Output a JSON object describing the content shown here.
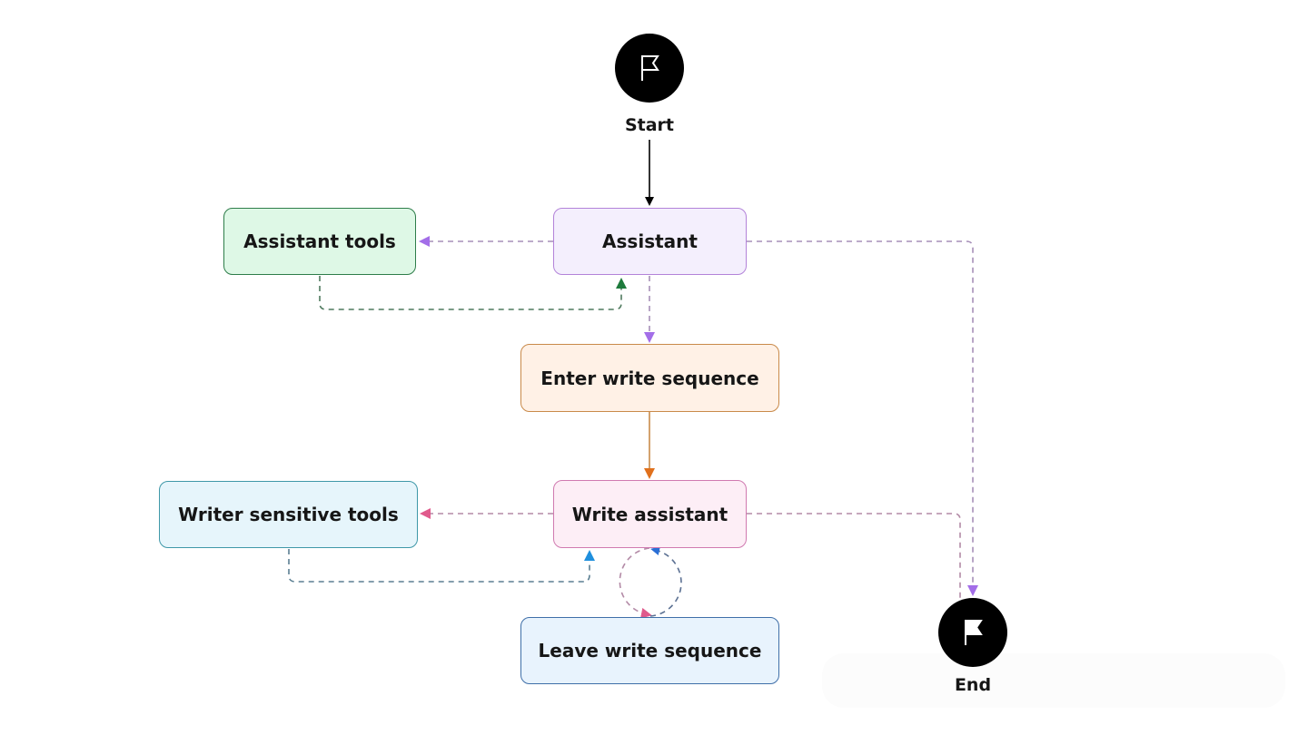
{
  "diagram": {
    "nodes": {
      "start": {
        "label": "Start",
        "icon": "flag-outline-icon"
      },
      "end": {
        "label": "End",
        "icon": "flag-filled-icon"
      },
      "assistant": {
        "label": "Assistant",
        "fill": "#f4effd",
        "stroke": "#b383d9"
      },
      "assistant_tools": {
        "label": "Assistant tools",
        "fill": "#def8e6",
        "stroke": "#2e7d4a"
      },
      "enter_write_sequence": {
        "label": "Enter write sequence",
        "fill": "#fff1e6",
        "stroke": "#c98a4a"
      },
      "write_assistant": {
        "label": "Write assistant",
        "fill": "#fdeef6",
        "stroke": "#d07ab0"
      },
      "writer_sensitive_tools": {
        "label": "Writer sensitive tools",
        "fill": "#e6f5fb",
        "stroke": "#3f98a8"
      },
      "leave_write_sequence": {
        "label": "Leave write sequence",
        "fill": "#e8f3fd",
        "stroke": "#3f6fa8"
      }
    },
    "edges": [
      {
        "from": "start",
        "to": "assistant",
        "style": "solid",
        "color": "#000000"
      },
      {
        "from": "assistant",
        "to": "assistant_tools",
        "style": "dashed",
        "color": "#a36ee8"
      },
      {
        "from": "assistant_tools",
        "to": "assistant",
        "style": "dashed",
        "color": "#1e7a3c"
      },
      {
        "from": "assistant",
        "to": "enter_write_sequence",
        "style": "dashed",
        "color": "#a36ee8"
      },
      {
        "from": "assistant",
        "to": "end",
        "style": "dashed",
        "color": "#a36ee8"
      },
      {
        "from": "enter_write_sequence",
        "to": "write_assistant",
        "style": "solid",
        "color": "#e0701c"
      },
      {
        "from": "write_assistant",
        "to": "writer_sensitive_tools",
        "style": "dashed",
        "color": "#e05a8c"
      },
      {
        "from": "writer_sensitive_tools",
        "to": "write_assistant",
        "style": "dashed",
        "color": "#1f8fdd"
      },
      {
        "from": "write_assistant",
        "to": "leave_write_sequence",
        "style": "dashed",
        "color": "#e05a8c"
      },
      {
        "from": "leave_write_sequence",
        "to": "write_assistant",
        "style": "dashed",
        "color": "#2a6fd6"
      },
      {
        "from": "write_assistant",
        "to": "end",
        "style": "dashed",
        "color": "#e05a8c"
      }
    ]
  }
}
